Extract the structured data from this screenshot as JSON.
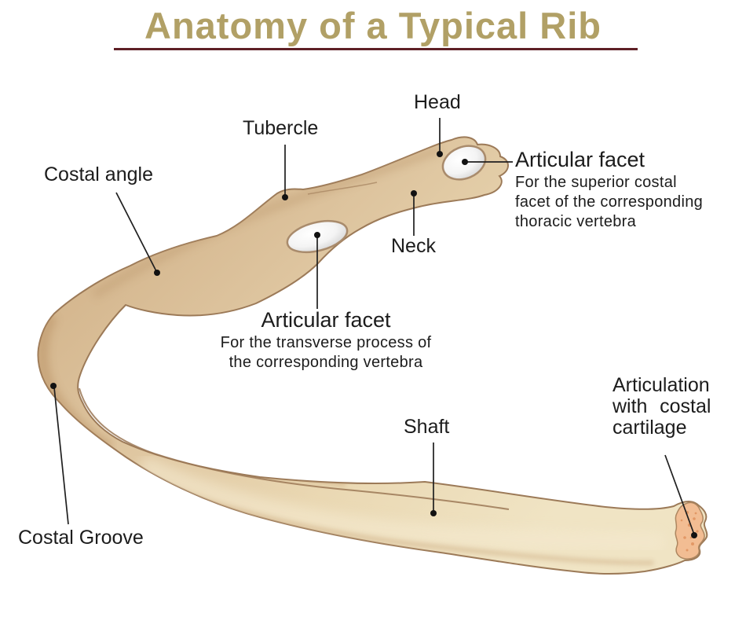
{
  "title": {
    "text": "Anatomy of a Typical Rib"
  },
  "labels": {
    "head": {
      "text": "Head"
    },
    "tubercle": {
      "text": "Tubercle"
    },
    "costal_angle": {
      "text": "Costal angle"
    },
    "neck": {
      "text": "Neck"
    },
    "shaft": {
      "text": "Shaft"
    },
    "costal_groove": {
      "text": "Costal Groove"
    },
    "articulation": {
      "text": "Articulation\nwith costal\ncartilage"
    },
    "articular_facet_head": {
      "title": "Articular facet",
      "desc": "For the superior costal\nfacet of the corresponding\nthoracic vertebra"
    },
    "articular_facet_tubercle": {
      "title": "Articular facet",
      "desc": "For the transverse process of\nthe corresponding vertebra"
    }
  },
  "colors": {
    "title_text": "#b1a066",
    "title_rule": "#5e2026",
    "label_text": "#1c1c1c",
    "bone_dark": "#cfae84",
    "bone_mid": "#dcc29c",
    "bone_light": "#f0e4c4",
    "bone_outline": "#9c7a58",
    "facet_fill": "#f4f4f4",
    "facet_rim": "#a98b6c",
    "cartilage_fill": "#f2bd93",
    "cartilage_speckle": "#dd8c58",
    "leader_line": "#1f1f1f"
  }
}
